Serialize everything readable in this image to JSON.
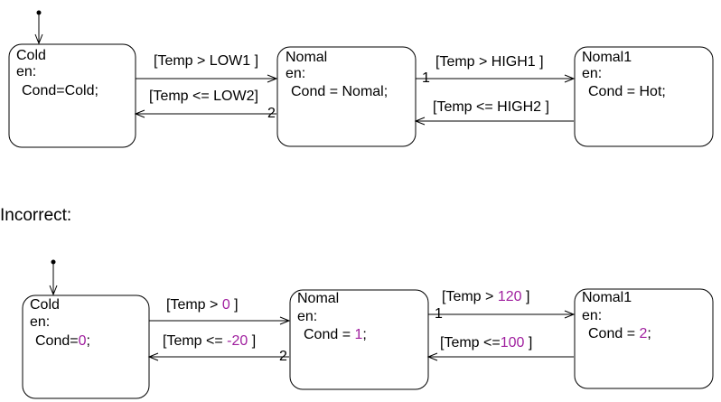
{
  "correct": {
    "states": [
      {
        "name": "Cold",
        "entry": "en:",
        "action": [
          {
            "t": "Cond=Cold;",
            "hl": false
          }
        ]
      },
      {
        "name": "Nomal",
        "entry": "en:",
        "action": [
          {
            "t": "Cond = Nomal;",
            "hl": false
          }
        ]
      },
      {
        "name": "Nomal1",
        "entry": "en:",
        "action": [
          {
            "t": "Cond = Hot;",
            "hl": false
          }
        ]
      }
    ],
    "transitions": {
      "cold_to_nomal": [
        {
          "t": "[Temp > LOW1 ]",
          "hl": false
        }
      ],
      "nomal_to_cold": [
        {
          "t": "[Temp <= LOW2]",
          "hl": false
        }
      ],
      "nomal_to_nomal1": [
        {
          "t": "[Temp > HIGH1 ]",
          "hl": false
        }
      ],
      "nomal1_to_nomal": [
        {
          "t": "[Temp <= HIGH2 ]",
          "hl": false
        }
      ]
    },
    "priorities": {
      "p1": "1",
      "p2": "2"
    }
  },
  "heading": "Incorrect:",
  "incorrect": {
    "states": [
      {
        "name": "Cold",
        "entry": "en:",
        "action": [
          {
            "t": "Cond=",
            "hl": false
          },
          {
            "t": "0",
            "hl": true
          },
          {
            "t": ";",
            "hl": false
          }
        ]
      },
      {
        "name": "Nomal",
        "entry": "en:",
        "action": [
          {
            "t": "Cond = ",
            "hl": false
          },
          {
            "t": "1",
            "hl": true
          },
          {
            "t": ";",
            "hl": false
          }
        ]
      },
      {
        "name": "Nomal1",
        "entry": "en:",
        "action": [
          {
            "t": "Cond = ",
            "hl": false
          },
          {
            "t": "2",
            "hl": true
          },
          {
            "t": ";",
            "hl": false
          }
        ]
      }
    ],
    "transitions": {
      "cold_to_nomal": [
        {
          "t": "[Temp > ",
          "hl": false
        },
        {
          "t": "0",
          "hl": true
        },
        {
          "t": " ]",
          "hl": false
        }
      ],
      "nomal_to_cold": [
        {
          "t": "[Temp <= ",
          "hl": false
        },
        {
          "t": "-20",
          "hl": true
        },
        {
          "t": " ]",
          "hl": false
        }
      ],
      "nomal_to_nomal1": [
        {
          "t": "[Temp > ",
          "hl": false
        },
        {
          "t": "120",
          "hl": true
        },
        {
          "t": " ]",
          "hl": false
        }
      ],
      "nomal1_to_nomal": [
        {
          "t": "[Temp <=",
          "hl": false
        },
        {
          "t": "100",
          "hl": true
        },
        {
          "t": " ]",
          "hl": false
        }
      ]
    },
    "priorities": {
      "p1": "1",
      "p2": "2"
    }
  },
  "colors": {
    "highlight": "#a0209f",
    "line": "#000000"
  }
}
